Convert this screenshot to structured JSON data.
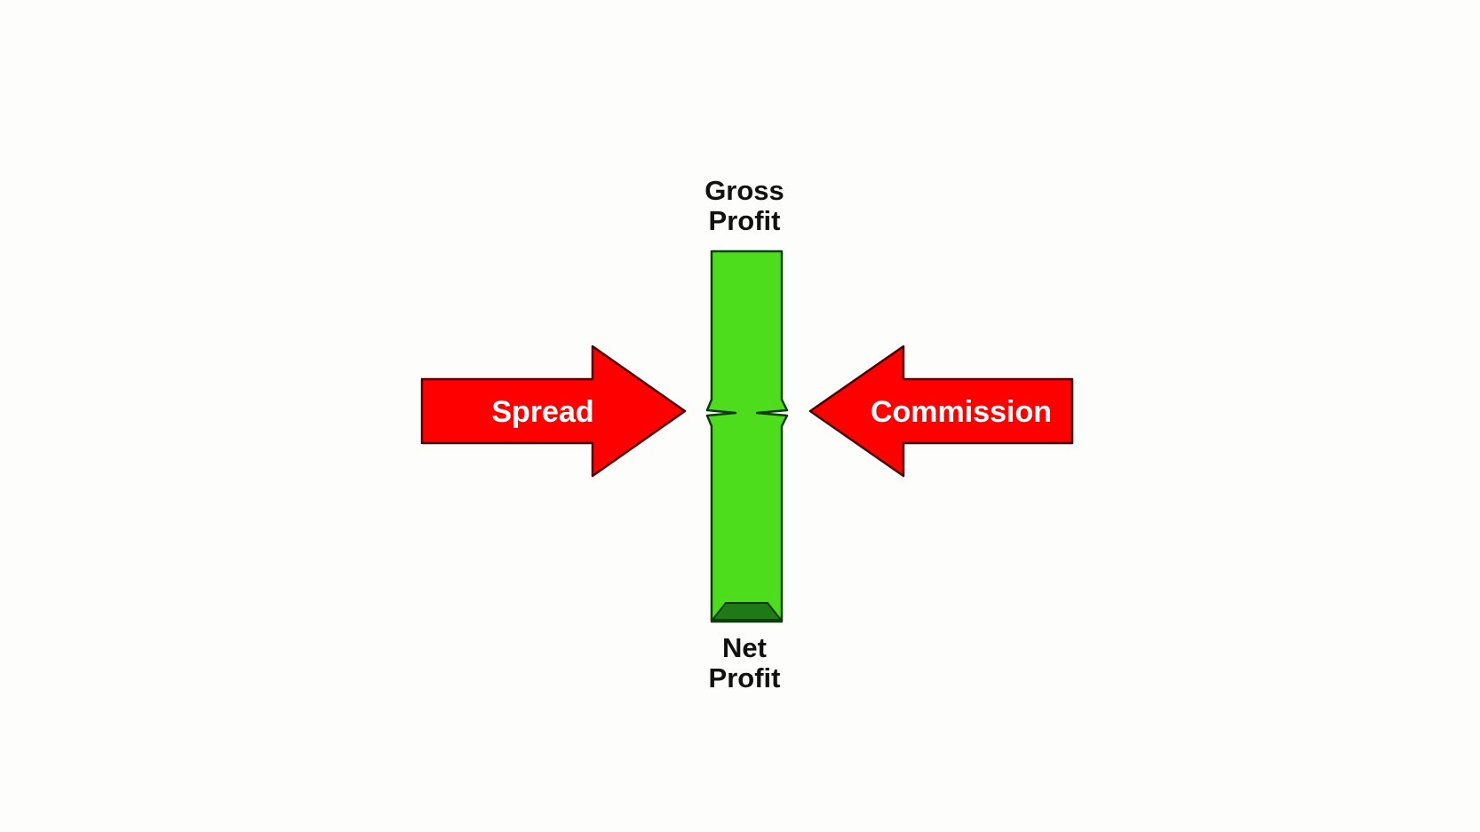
{
  "diagram": {
    "top_label": {
      "line1": "Gross",
      "line2": "Profit"
    },
    "bottom_label": {
      "line1": "Net",
      "line2": "Profit"
    },
    "left_arrow": {
      "label": "Spread",
      "fill_color": "#ff0000",
      "text_color": "#ffffff"
    },
    "right_arrow": {
      "label": "Commission",
      "fill_color": "#ff0000",
      "text_color": "#ffffff"
    },
    "bar": {
      "fill_color": "#4ddd1d",
      "base_color": "#1f7a16"
    }
  }
}
